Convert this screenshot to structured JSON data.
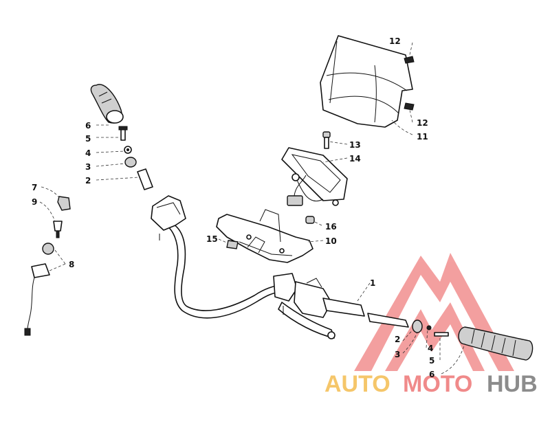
{
  "callouts": {
    "c1": "1",
    "c2_left": "2",
    "c2_right": "2",
    "c3_left": "3",
    "c3_right": "3",
    "c4_left": "4",
    "c4_right": "4",
    "c5_left": "5",
    "c5_right": "5",
    "c6_left": "6",
    "c6_right": "6",
    "c7": "7",
    "c8": "8",
    "c9": "9",
    "c10": "10",
    "c11": "11",
    "c12_top": "12",
    "c12_bottom": "12",
    "c13": "13",
    "c14": "14",
    "c15": "15",
    "c16": "16"
  },
  "watermark": {
    "part1": "AUTO",
    "part2": "MOTO",
    "part3": "HUB",
    "color_auto": "#f5c66a",
    "color_moto": "#f08a8a",
    "color_hub": "#8c8c8c",
    "logo_color": "#f08080"
  }
}
